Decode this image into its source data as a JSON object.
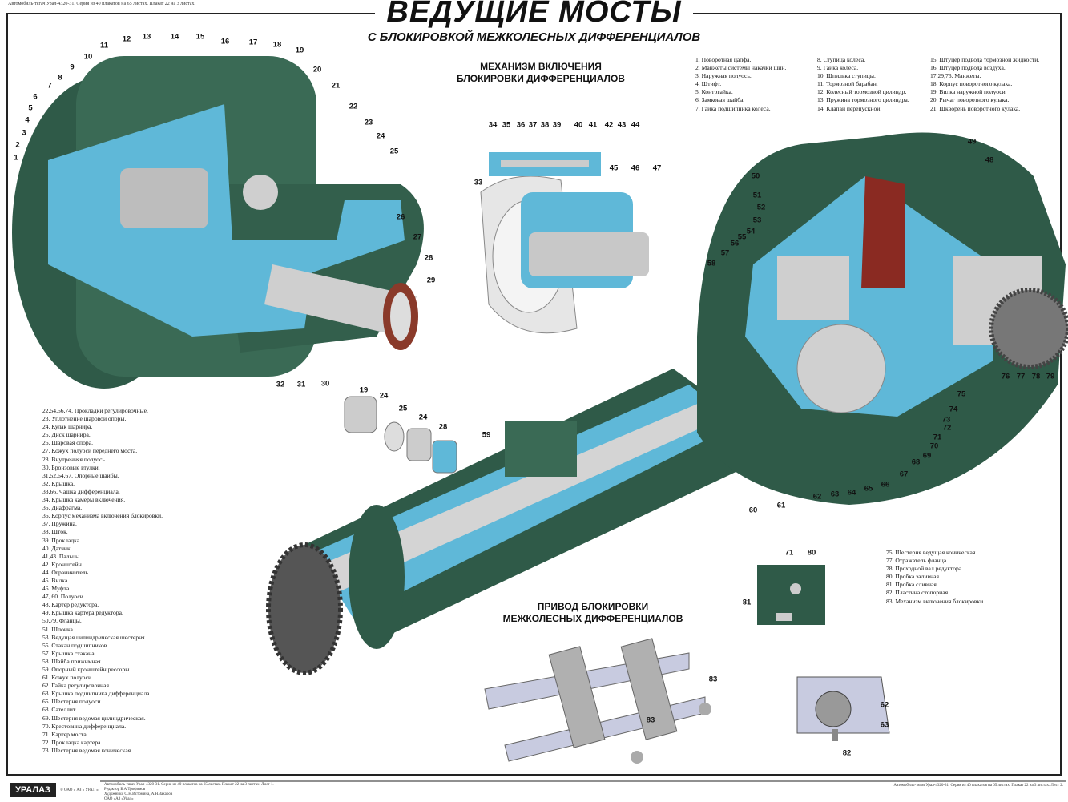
{
  "header": {
    "series_note": "Автомобиль-тягач Урал-4320-31. Серия из 40 плакатов на 65 листах. Плакат 22 на 3 листах.",
    "title": "ВЕДУЩИЕ МОСТЫ",
    "subtitle": "С БЛОКИРОВКОЙ МЕЖКОЛЕСНЫХ ДИФФЕРЕНЦИАЛОВ"
  },
  "sections": {
    "mechanism_title_1": "МЕХАНИЗМ ВКЛЮЧЕНИЯ",
    "mechanism_title_2": "БЛОКИРОВКИ ДИФФЕРЕНЦИАЛОВ",
    "drive_title_1": "ПРИВОД БЛОКИРОВКИ",
    "drive_title_2": "МЕЖКОЛЕСНЫХ ДИФФЕРЕНЦИАЛОВ"
  },
  "legend_top": [
    [
      "1. Поворотная цапфа.",
      "2. Манжеты системы накачки шин.",
      "3. Наружная полуось.",
      "4. Штифт.",
      "5. Контргайка.",
      "6. Замковая шайба.",
      "7. Гайка подшипника колеса."
    ],
    [
      "8. Ступица колеса.",
      "9. Гайка колеса.",
      "10. Шпилька ступицы.",
      "11. Тормозной барабан.",
      "12. Колесный тормозной цилиндр.",
      "13. Пружина тормозного цилиндра.",
      "14. Клапан перепускной."
    ],
    [
      "15. Штуцер подвода тормозной жидкости.",
      "16. Штуцер подвода воздуха.",
      "17,29,76. Манжеты.",
      "18. Корпус поворотного кулака.",
      "19. Вилка наружной полуоси.",
      "20. Рычаг поворотного кулака.",
      "21. Шкворень поворотного кулака."
    ]
  ],
  "legend_left": [
    "22,54,56,74. Прокладки регулировочные.",
    "23. Уплотнение шаровой опоры.",
    "24. Кулак шарнира.",
    "25. Диск шарнира.",
    "26. Шаровая опора.",
    "27. Кожух полуоси переднего моста.",
    "28. Внутренняя полуось.",
    "30. Бронзовые втулки.",
    "31,52,64,67. Опорные шайбы.",
    "32. Крышка.",
    "33,66. Чашка дифференциала.",
    "34. Крышка камеры включения.",
    "35. Диафрагма.",
    "36. Корпус механизма включения блокировки.",
    "37. Пружина.",
    "38. Шток.",
    "39. Прокладка.",
    "40. Датчик.",
    "41,43. Пальцы.",
    "42. Кронштейн.",
    "44. Ограничитель.",
    "45. Вилка.",
    "46. Муфта.",
    "47, 60. Полуоси.",
    "48. Картер редуктора.",
    "49. Крышка картера редуктора.",
    "50,79. Фланцы.",
    "51. Шпонка.",
    "53. Ведущая цилиндрическая шестерня.",
    "55. Стакан подшипников.",
    "57. Крышка стакана.",
    "58. Шайба прижимная.",
    "59. Опорный кронштейн рессоры.",
    "61. Кожух полуоси.",
    "62. Гайка регулировочная.",
    "63. Крышка подшипника дифференциала.",
    "65. Шестерня полуоси.",
    "68. Сателлит.",
    "69. Шестерня ведомая цилиндрическая.",
    "70. Крестовина дифференциала.",
    "71. Картер моста.",
    "72. Прокладка картера.",
    "73. Шестерня ведомая коническая."
  ],
  "legend_right": [
    "75. Шестерня ведущая коническая.",
    "77. Отражатель фланца.",
    "78. Проходной вал редуктора.",
    "80. Пробка заливная.",
    "81. Пробка сливная.",
    "82. Пластина стопорная.",
    "83. Механизм включения блокировки."
  ],
  "callouts": [
    "1",
    "2",
    "3",
    "4",
    "5",
    "6",
    "7",
    "8",
    "9",
    "10",
    "11",
    "12",
    "13",
    "14",
    "15",
    "16",
    "17",
    "18",
    "19",
    "20",
    "21",
    "22",
    "23",
    "24",
    "25",
    "26",
    "27",
    "28",
    "29",
    "30",
    "31",
    "32",
    "33",
    "34",
    "35",
    "36",
    "37",
    "38",
    "39",
    "40",
    "41",
    "42",
    "43",
    "44",
    "45",
    "46",
    "47",
    "19",
    "24",
    "25",
    "24",
    "28",
    "48",
    "49",
    "50",
    "51",
    "52",
    "53",
    "54",
    "55",
    "56",
    "57",
    "58",
    "59",
    "60",
    "61",
    "62",
    "63",
    "64",
    "65",
    "66",
    "67",
    "68",
    "69",
    "70",
    "71",
    "72",
    "73",
    "74",
    "75",
    "76",
    "77",
    "78",
    "79",
    "71",
    "80",
    "81",
    "62",
    "63",
    "82",
    "83",
    "83"
  ],
  "footer": {
    "logo": "УРАЛАЗ",
    "copyright": "© ОАО « АЗ « УРАЛ »",
    "line1": "Автомобиль-тягач Урал-4320-31. Серия из 40 плакатов на 65 листах. Плакат 22 на 3 листах. Лист 1.",
    "line2": "Редактор Б.А.Трофимов",
    "line3": "Художники О.Н.Истомина, А.Н.Захаров",
    "line4": "ОАО «АЗ «Урал»",
    "right_note": "Автомобиль-тягач Урал-4320-31. Серия из 40 плакатов на 65 листах. Плакат 22 на 3 листах. Лист 2."
  },
  "colors": {
    "housing": "#2f5a48",
    "cutaway": "#5fb8d8",
    "metal": "#c8c8c8",
    "red": "#8a2a22"
  }
}
